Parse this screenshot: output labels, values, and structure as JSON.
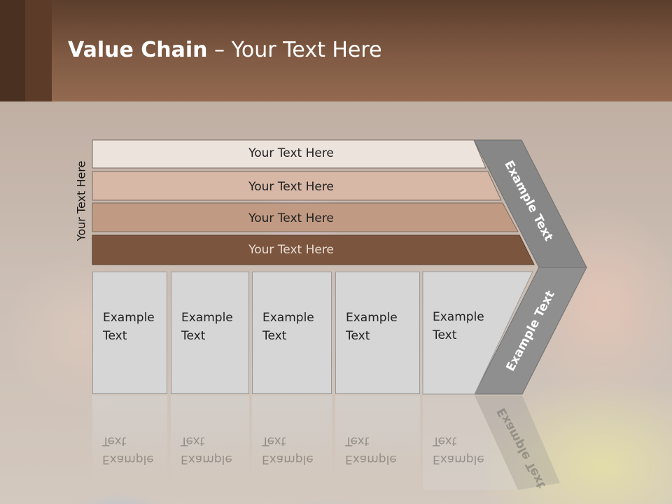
{
  "slide": {
    "title_bold": "Value Chain",
    "title_rest": " – Your Text Here",
    "side_label": "Your Text Here"
  },
  "rows": [
    {
      "label": "Your Text Here",
      "color": "#ede3dd"
    },
    {
      "label": "Your Text Here",
      "color": "#d7b8a6"
    },
    {
      "label": "Your Text Here",
      "color": "#c09a82"
    },
    {
      "label": "Your Text Here",
      "color": "#7b553e"
    }
  ],
  "boxes": [
    {
      "line1": "Example",
      "line2": "Text"
    },
    {
      "line1": "Example",
      "line2": "Text"
    },
    {
      "line1": "Example",
      "line2": "Text"
    },
    {
      "line1": "Example",
      "line2": "Text"
    },
    {
      "line1": "Example",
      "line2": "Text"
    }
  ],
  "chevron": {
    "upper_label": "Example Text",
    "lower_label": "Example Text",
    "upper_color": "#878787",
    "lower_color": "#8f8f8f"
  }
}
